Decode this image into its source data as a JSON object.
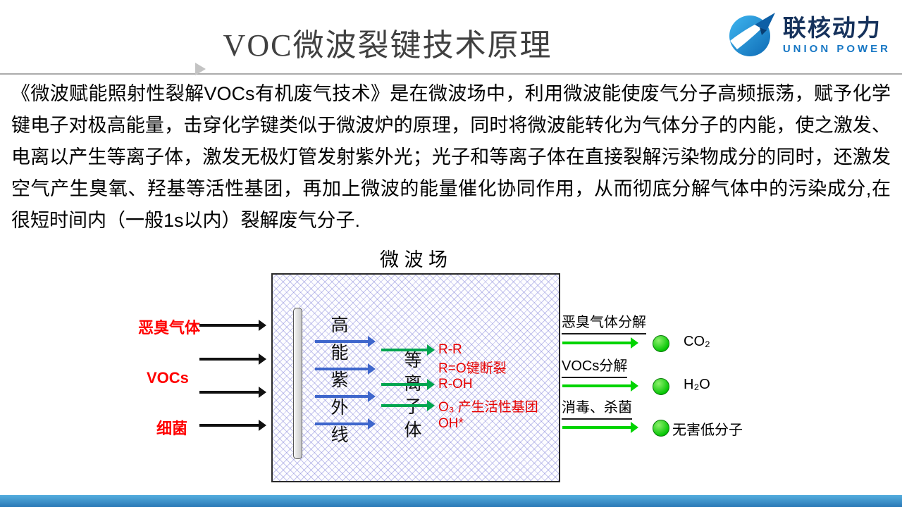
{
  "slide": {
    "title": "VOC微波裂键技术原理",
    "body_text": "《微波赋能照射性裂解VOCs有机废气技术》是在微波场中，利用微波能使废气分子高频振荡，赋予化学键电子对极高能量，击穿化学键类似于微波炉的原理，同时将微波能转化为气体分子的内能，使之激发、电离以产生等离子体，激发无极灯管发射紫外光；光子和等离子体在直接裂解污染物成分的同时，还激发空气产生臭氧、羟基等活性基团，再加上微波的能量催化协同作用，从而彻底分解气体中的污染成分,在很短时间内（一般1s以内）裂解废气分子."
  },
  "logo": {
    "brand": "联核动力",
    "subtitle": "UNION POWER"
  },
  "diagram": {
    "field_label": "微 波 场",
    "inputs": [
      "恶臭气体",
      "VOCs",
      "细菌"
    ],
    "uv_column": "高能紫外线",
    "plasma_column": "等离子体",
    "reactions": [
      "R-R",
      "R=O键断裂",
      "R-OH",
      "O₃ 产生活性基团",
      "OH*"
    ],
    "outputs": [
      {
        "label": "恶臭气体分解",
        "product": "CO₂"
      },
      {
        "label": "VOCs分解",
        "product": "H₂O"
      },
      {
        "label": "消毒、杀菌",
        "product": "无害低分子"
      }
    ]
  },
  "colors": {
    "input_label": "#FF0000",
    "reaction_text": "#E60000",
    "uv_arrow": "#3E66CC",
    "plasma_arrow": "#00A550",
    "output_arrow": "#00D400",
    "molecule_fill": "#00C400",
    "footer_bar": "#2E86C1"
  }
}
